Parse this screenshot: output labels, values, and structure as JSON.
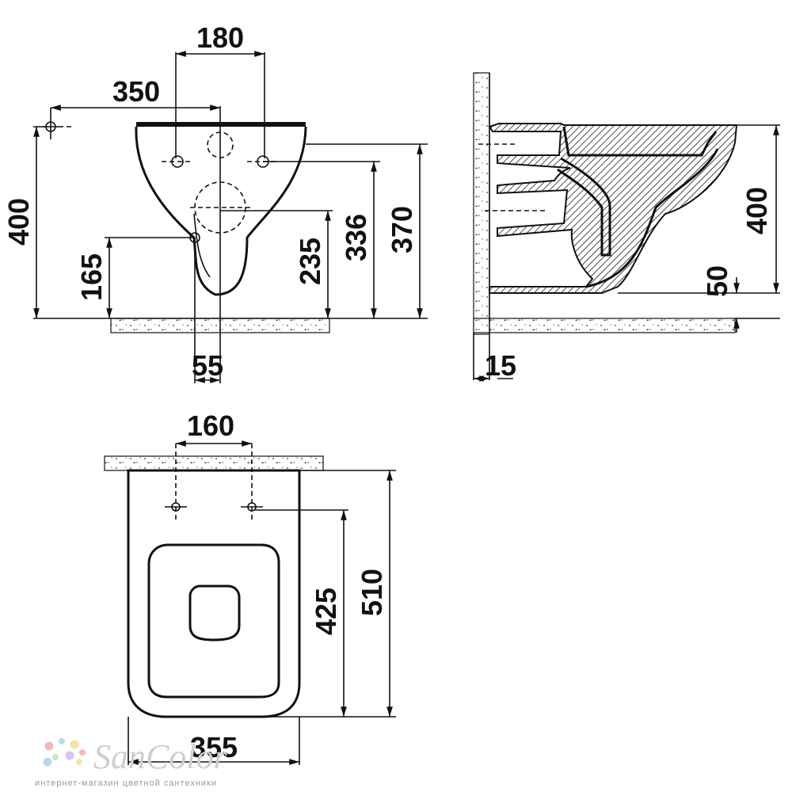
{
  "dimensions": {
    "front": {
      "w180": "180",
      "w350": "350",
      "h400": "400",
      "h165": "165",
      "h235": "235",
      "h336": "336",
      "h370": "370",
      "w55": "55"
    },
    "side": {
      "h400": "400",
      "h50": "50",
      "w15": "15"
    },
    "top": {
      "w160": "160",
      "h425": "425",
      "h510": "510",
      "w355": "355"
    }
  },
  "watermark": {
    "brand": "SanColor",
    "tagline": "интернет-магазин цветной сантехники",
    "dot_colors": [
      "#f4b6c2",
      "#b8d8f0",
      "#f6e3a1",
      "#c9e7b8",
      "#d9c2ee"
    ]
  },
  "colors": {
    "ink": "#111111",
    "background": "#ffffff"
  }
}
